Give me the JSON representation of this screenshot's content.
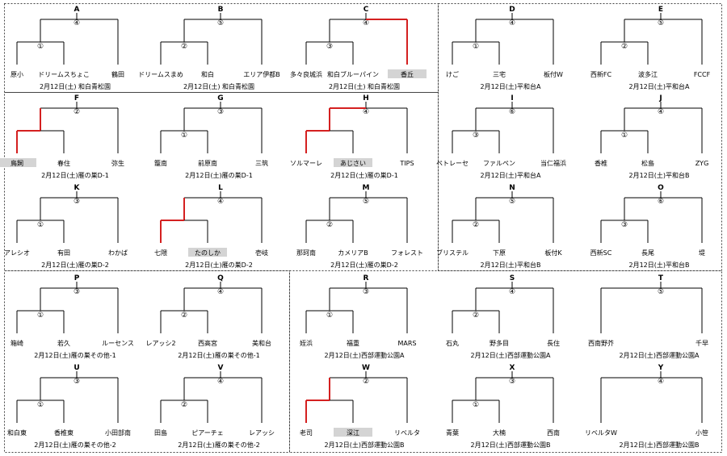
{
  "brackets": [
    {
      "letter": "A",
      "num": "④",
      "sub": "①",
      "teams": [
        "原小",
        "ドリームスちょこ",
        "鶴田"
      ],
      "caption": "2月12日(土) 和白青松園",
      "red": "none",
      "shade": []
    },
    {
      "letter": "B",
      "num": "⑤",
      "sub": "②",
      "teams": [
        "ドリームスまめ",
        "和白",
        "エリア伊都B"
      ],
      "caption": "2月12日(土) 和白青松園",
      "red": "none",
      "shade": []
    },
    {
      "letter": "C",
      "num": "④",
      "sub": "③",
      "teams": [
        "多々良城浜",
        "和白ブルーパイン",
        "香丘"
      ],
      "caption": "2月12日(土) 和白青松園",
      "red": "c",
      "shade": [
        2
      ]
    },
    {
      "letter": "D",
      "num": "④",
      "sub": "①",
      "teams": [
        "けご",
        "三宅",
        "板付W"
      ],
      "caption": "2月12日(土)平和台A",
      "red": "none",
      "shade": []
    },
    {
      "letter": "E",
      "num": "⑤",
      "sub": "②",
      "teams": [
        "西新FC",
        "波多江",
        "FCCF"
      ],
      "caption": "2月12日(土)平和台A",
      "red": "none",
      "shade": []
    },
    {
      "letter": "F",
      "num": "②",
      "sub": "",
      "teams": [
        "鳥飼",
        "春住",
        "弥生"
      ],
      "caption": "2月12日(土)雁の巣D-1",
      "red": "a",
      "shade": [
        0
      ]
    },
    {
      "letter": "G",
      "num": "③",
      "sub": "①",
      "teams": [
        "籠南",
        "前原南",
        "三筑"
      ],
      "caption": "2月12日(土)雁の巣D-1",
      "red": "none",
      "shade": []
    },
    {
      "letter": "H",
      "num": "④",
      "sub": "",
      "teams": [
        "ソルマーレ",
        "あじさい",
        "TIPS"
      ],
      "caption": "2月12日(土)雁の巣D-1",
      "red": "ab",
      "shade": [
        1
      ]
    },
    {
      "letter": "I",
      "num": "⑥",
      "sub": "③",
      "teams": [
        "ペトレーセ",
        "ファルペン",
        "当仁福浜"
      ],
      "caption": "2月12日(土)平和台A",
      "red": "none",
      "shade": []
    },
    {
      "letter": "J",
      "num": "④",
      "sub": "①",
      "teams": [
        "香椎",
        "松島",
        "ZYG"
      ],
      "caption": "2月12日(土)平和台B",
      "red": "none",
      "shade": []
    },
    {
      "letter": "K",
      "num": "③",
      "sub": "①",
      "teams": [
        "アレシオ",
        "有田",
        "わかば"
      ],
      "caption": "2月12日(土)雁の巣D-2",
      "red": "none",
      "shade": []
    },
    {
      "letter": "L",
      "num": "④",
      "sub": "",
      "teams": [
        "七隈",
        "たのしか",
        "壱岐"
      ],
      "caption": "2月12日(土)雁の巣D-2",
      "red": "a",
      "shade": [
        1
      ]
    },
    {
      "letter": "M",
      "num": "⑤",
      "sub": "②",
      "teams": [
        "那珂南",
        "カメリアB",
        "フォレスト"
      ],
      "caption": "2月12日(土)雁の巣D-2",
      "red": "none",
      "shade": []
    },
    {
      "letter": "N",
      "num": "⑤",
      "sub": "②",
      "teams": [
        "ブリステル",
        "下原",
        "板付K"
      ],
      "caption": "2月12日(土)平和台B",
      "red": "none",
      "shade": []
    },
    {
      "letter": "O",
      "num": "⑥",
      "sub": "③",
      "teams": [
        "西新SC",
        "長尾",
        "堤"
      ],
      "caption": "2月12日(土)平和台B",
      "red": "none",
      "shade": []
    },
    {
      "letter": "P",
      "num": "③",
      "sub": "①",
      "teams": [
        "箱崎",
        "若久",
        "ルーセンス"
      ],
      "caption": "2月12日(土)雁の巣その他-1",
      "red": "none",
      "shade": []
    },
    {
      "letter": "Q",
      "num": "④",
      "sub": "②",
      "teams": [
        "レアッシ2",
        "西高宮",
        "美和台"
      ],
      "caption": "2月12日(土)雁の巣その他-1",
      "red": "none",
      "shade": []
    },
    {
      "letter": "R",
      "num": "③",
      "sub": "①",
      "teams": [
        "姪浜",
        "福重",
        "MARS"
      ],
      "caption": "2月12日(土)西部運動公園A",
      "red": "none",
      "shade": []
    },
    {
      "letter": "S",
      "num": "④",
      "sub": "②",
      "teams": [
        "石丸",
        "野多目",
        "長住"
      ],
      "caption": "2月12日(土)西部運動公園A",
      "red": "none",
      "shade": []
    },
    {
      "letter": "T",
      "num": "⑤",
      "sub": "",
      "teams": [
        "西南野芥",
        "千早"
      ],
      "caption": "2月12日(土)西部運動公園A",
      "red": "none",
      "shade": []
    },
    {
      "letter": "U",
      "num": "③",
      "sub": "①",
      "teams": [
        "和白東",
        "香椎東",
        "小田部南"
      ],
      "caption": "2月12日(土)雁の巣その他-2",
      "red": "none",
      "shade": []
    },
    {
      "letter": "V",
      "num": "④",
      "sub": "②",
      "teams": [
        "田島",
        "ピアーチェ",
        "レアッシ"
      ],
      "caption": "2月12日(土)雁の巣その他-2",
      "red": "none",
      "shade": []
    },
    {
      "letter": "W",
      "num": "②",
      "sub": "",
      "teams": [
        "老司",
        "深江",
        "リベルタ"
      ],
      "caption": "2月12日(土)西部運動公園B",
      "red": "a",
      "shade": [
        1
      ]
    },
    {
      "letter": "X",
      "num": "③",
      "sub": "①",
      "teams": [
        "青葉",
        "大楠",
        "西南"
      ],
      "caption": "2月12日(土)西部運動公園B",
      "red": "none",
      "shade": []
    },
    {
      "letter": "Y",
      "num": "④",
      "sub": "",
      "teams": [
        "リベルタW",
        "小笹"
      ],
      "caption": "2月12日(土)西部運動公園B",
      "red": "none",
      "shade": []
    }
  ]
}
